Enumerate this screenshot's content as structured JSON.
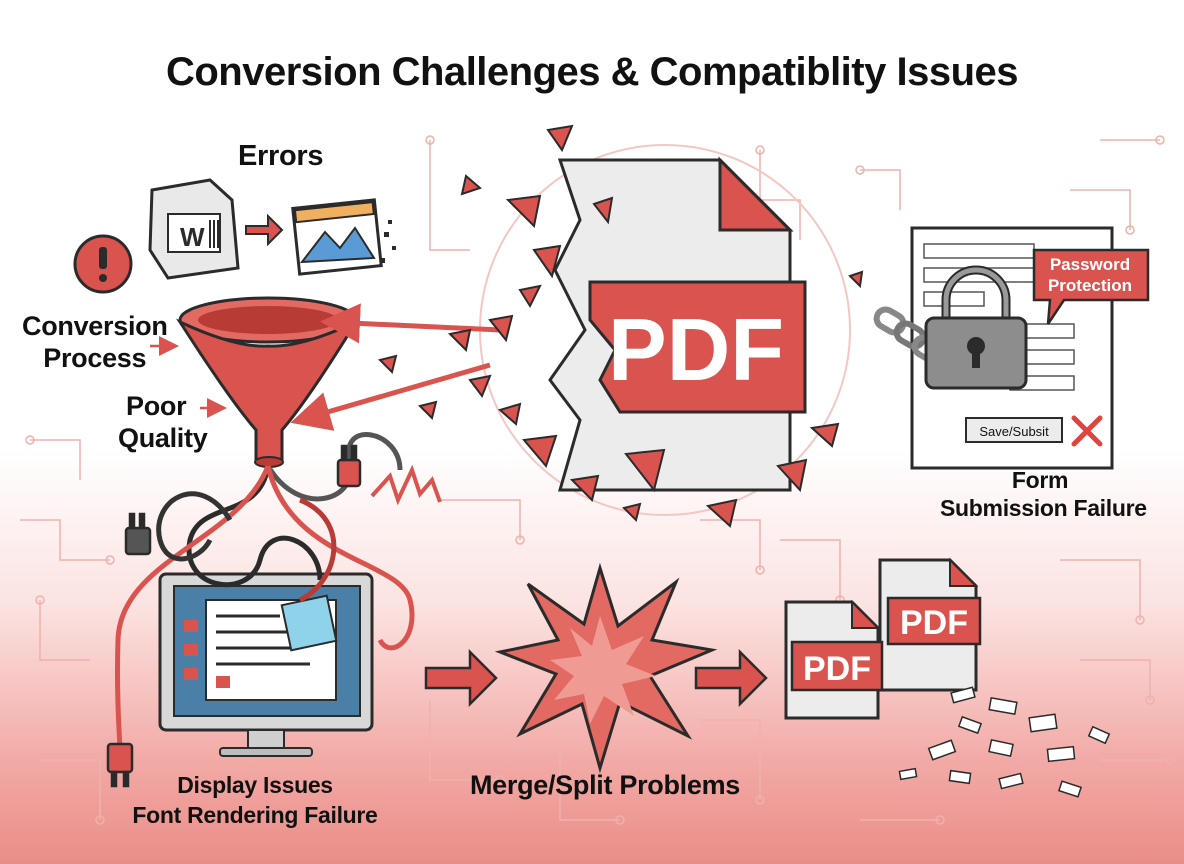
{
  "title": "Conversion Challenges & Compatiblity Issues",
  "labels": {
    "errors": "Errors",
    "conversion_process_line1": "Conversion",
    "conversion_process_line2": "Process",
    "poor_quality_line1": "Poor",
    "poor_quality_line2": "Quality",
    "display_issues": "Display Issues",
    "font_rendering_failure": "Font Rendering Failure",
    "merge_split_problems": "Merge/Split Problems",
    "form_line1": "Form",
    "form_line2": "Submission Failure"
  },
  "central_pdf": "PDF",
  "password_callout_line1": "Password",
  "password_callout_line2": "Protection",
  "save_button_label": "Save/Subsit",
  "word_icon_letter": "W",
  "small_pdf_1": "PDF",
  "small_pdf_2": "PDF",
  "colors": {
    "accent_red": "#d9534f",
    "dark_red": "#b83b36",
    "outline": "#2b2b2b",
    "monitor_blue": "#4a7fa8",
    "paper_gray": "#e8e8e8"
  },
  "icons": [
    "exclamation-icon",
    "word-document-icon",
    "image-file-icon",
    "funnel-icon",
    "pdf-document-icon",
    "padlock-icon",
    "chain-icon",
    "close-x-icon",
    "monitor-icon",
    "power-plug-icon",
    "explosion-burst-icon",
    "arrow-right-icon"
  ]
}
